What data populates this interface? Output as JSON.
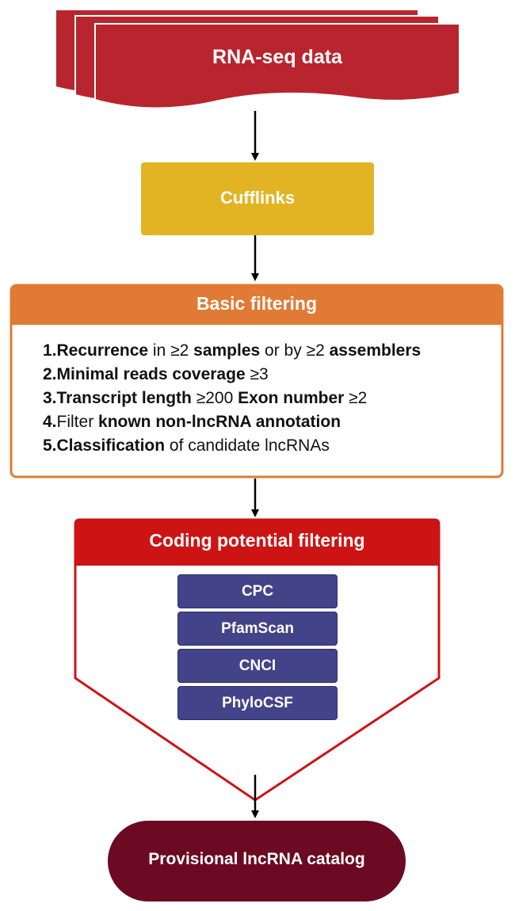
{
  "nodes": {
    "rnaseq": {
      "label": "RNA-seq data"
    },
    "cufflinks": {
      "label": "Cufflinks"
    },
    "basic_filtering": {
      "title": "Basic filtering",
      "steps": [
        {
          "num": "1.",
          "parts": [
            {
              "text": "Recurrence",
              "bold": true
            },
            {
              "text": " in ≥2 ",
              "bold": false
            },
            {
              "text": "samples",
              "bold": true
            },
            {
              "text": " or by ≥2 ",
              "bold": false
            },
            {
              "text": "assemblers",
              "bold": true
            }
          ]
        },
        {
          "num": "2.",
          "parts": [
            {
              "text": "Minimal reads coverage",
              "bold": true
            },
            {
              "text": " ≥3",
              "bold": false
            }
          ]
        },
        {
          "num": "3.",
          "parts": [
            {
              "text": "Transcript length",
              "bold": true
            },
            {
              "text": " ≥200 ",
              "bold": false
            },
            {
              "text": "Exon number",
              "bold": true
            },
            {
              "text": " ≥2",
              "bold": false
            }
          ]
        },
        {
          "num": "4.",
          "parts": [
            {
              "text": "Filter ",
              "bold": false
            },
            {
              "text": "known non-lncRNA annotation",
              "bold": true
            }
          ]
        },
        {
          "num": "5.",
          "parts": [
            {
              "text": "Classification",
              "bold": true
            },
            {
              "text": " of candidate lncRNAs",
              "bold": false
            }
          ]
        }
      ]
    },
    "coding_filtering": {
      "title": "Coding potential filtering",
      "tools": [
        "CPC",
        "PfamScan",
        "CNCI",
        "PhyloCSF"
      ]
    },
    "catalog": {
      "label": "Provisional lncRNA catalog"
    }
  },
  "colors": {
    "rnaseq": "#b8252e",
    "cufflinks": "#e2b424",
    "basic": "#e07a35",
    "coding": "#cc1414",
    "tool": "#43438a",
    "catalog": "#6b0a22",
    "arrow": "#000000"
  }
}
